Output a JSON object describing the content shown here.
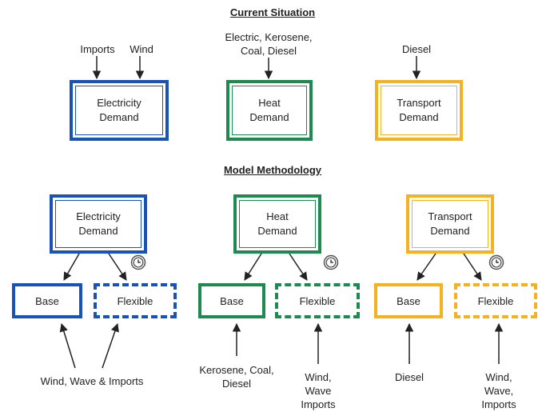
{
  "headings": {
    "current": "Current Situation",
    "model": "Model Methodology"
  },
  "colors": {
    "blue": "#1a53b8",
    "green": "#1e8a4f",
    "yellow": "#f4b221",
    "arrow": "#222222",
    "clock": "#555555"
  },
  "current": {
    "electricity": {
      "label": "Electricity\nDemand",
      "inputs": [
        "Imports",
        "Wind"
      ]
    },
    "heat": {
      "label": "Heat\nDemand",
      "input": "Electric, Kerosene,\nCoal, Diesel"
    },
    "transport": {
      "label": "Transport\nDemand",
      "input": "Diesel"
    }
  },
  "model": {
    "electricity": {
      "label": "Electricity\nDemand",
      "base": "Base",
      "flexible": "Flexible",
      "supply": "Wind, Wave & Imports",
      "clock_icon": "clock-icon"
    },
    "heat": {
      "label": "Heat\nDemand",
      "base": "Base",
      "flexible": "Flexible",
      "base_supply": "Kerosene, Coal,\nDiesel",
      "flex_supply": "Wind,\nWave\nImports",
      "clock_icon": "clock-icon"
    },
    "transport": {
      "label": "Transport\nDemand",
      "base": "Base",
      "flexible": "Flexible",
      "base_supply": "Diesel",
      "flex_supply": "Wind,\nWave,\nImports",
      "clock_icon": "clock-icon"
    }
  }
}
